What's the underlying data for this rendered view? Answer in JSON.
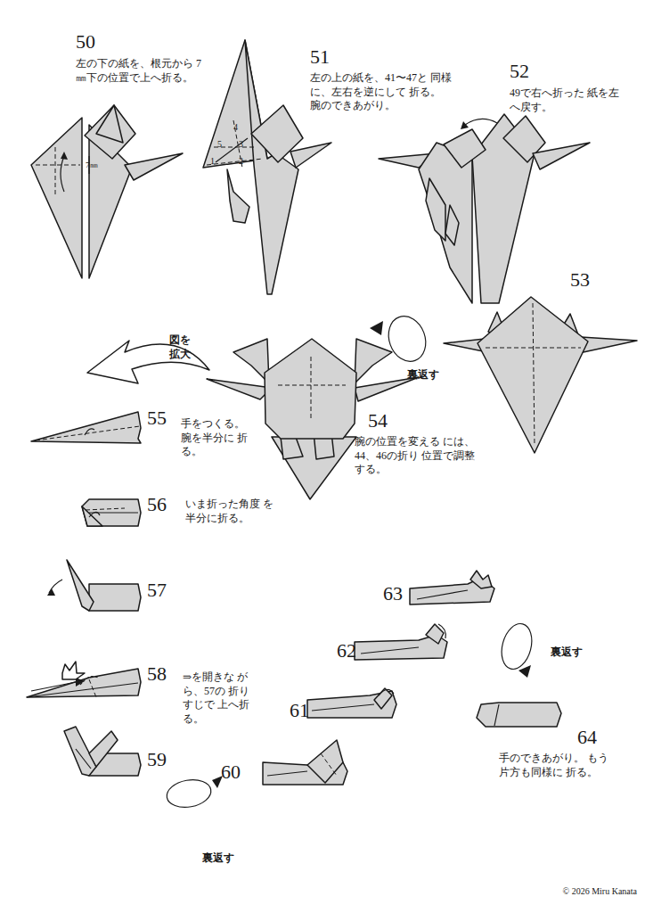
{
  "diagram": {
    "labels": [
      "50",
      "左の下の紙を、根元から 7㎜下の位置で上へ折る。",
      "7㎜",
      "51",
      "左の上の紙を、41〜47と 同様に、左右を逆にして 折る。 腕のできあがり。",
      "4",
      "5",
      "3",
      "1",
      "2",
      "52",
      "49で右へ折った 紙を左へ戻す。",
      "53",
      "図を 拡大",
      "裏返す",
      "54",
      "腕の位置を変える には、44、46の折り 位置で調整する。",
      "55",
      "手をつくる。 腕を半分に 折る。",
      "56",
      "いま折った角度 を半分に折る。",
      "57",
      "58",
      "⇒を開きな がら、57の 折りすじで 上へ折る。",
      "59",
      "裏返す",
      "60",
      "61",
      "62",
      "63",
      "裏返す",
      "64",
      "手のできあがり。 もう片方も同様に 折る。",
      "© 2026 Miru Kanata"
    ]
  }
}
